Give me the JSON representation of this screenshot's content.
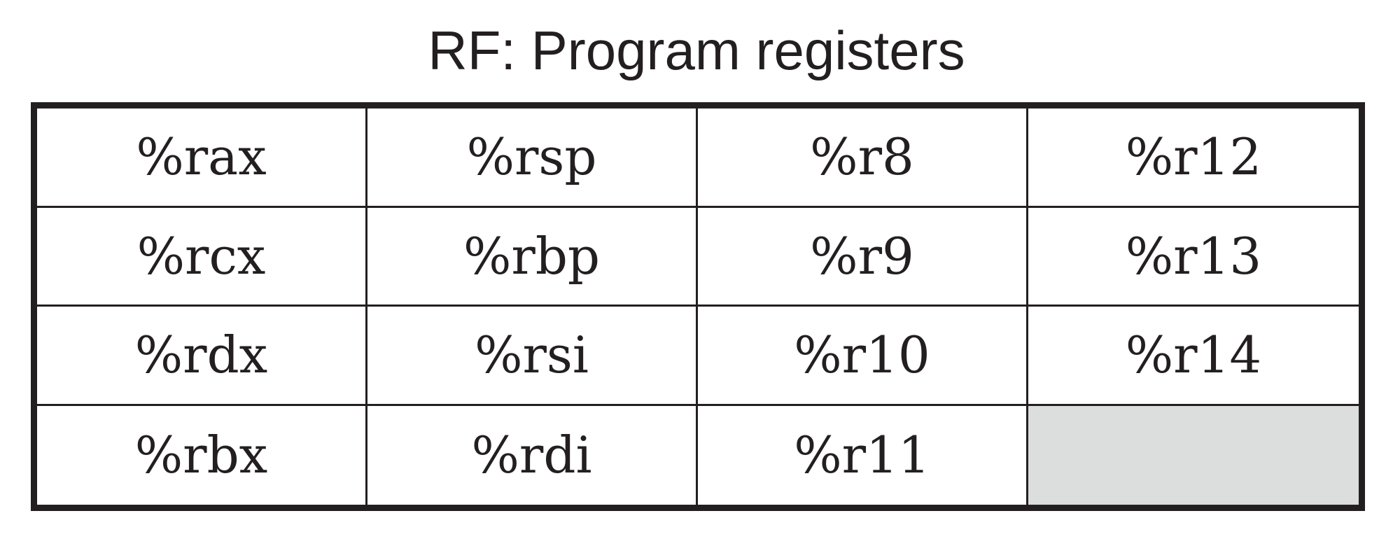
{
  "title": "RF: Program registers",
  "registers": [
    [
      "%rax",
      "%rsp",
      "%r8",
      "%r12"
    ],
    [
      "%rcx",
      "%rbp",
      "%r9",
      "%r13"
    ],
    [
      "%rdx",
      "%rsi",
      "%r10",
      "%r14"
    ],
    [
      "%rbx",
      "%rdi",
      "%r11",
      ""
    ]
  ],
  "colors": {
    "ink": "#231f20",
    "empty_cell": "#dcdddd"
  }
}
